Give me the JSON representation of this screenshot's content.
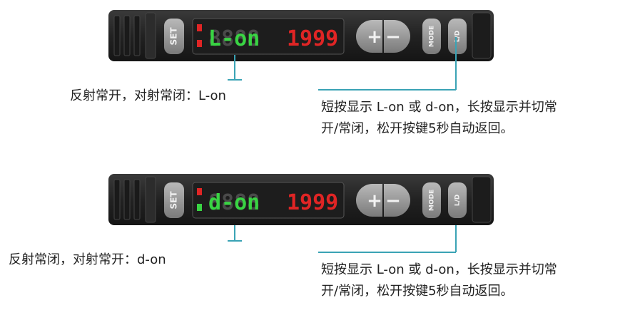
{
  "colors": {
    "accent": "#3aa3b5",
    "display_red": "#e02525",
    "display_green": "#39d443",
    "display_dim": "#4a4a4a",
    "device_body": "#2a2a2a"
  },
  "panels": [
    {
      "device": {
        "set_label": "SET",
        "mode_label": "MODE",
        "toggle_label": "L/D",
        "plus_label": "+",
        "minus_label": "−",
        "display_left": "L-on",
        "display_right": "1999"
      },
      "mode_caption": "反射常开，对射常闭：L-on",
      "button_desc_lines": [
        "短按显示 L-on 或 d-on，长按显示并切常",
        "开/常闭，松开按键5秒自动返回。"
      ]
    },
    {
      "device": {
        "set_label": "SET",
        "mode_label": "MODE",
        "toggle_label": "L/D",
        "plus_label": "+",
        "minus_label": "−",
        "display_left": "d-on",
        "display_right": "1999"
      },
      "mode_caption": "反射常闭，对射常开：d-on",
      "button_desc_lines": [
        "短按显示 L-on 或 d-on，长按显示并切常",
        "开/常闭，松开按键5秒自动返回。"
      ]
    }
  ]
}
